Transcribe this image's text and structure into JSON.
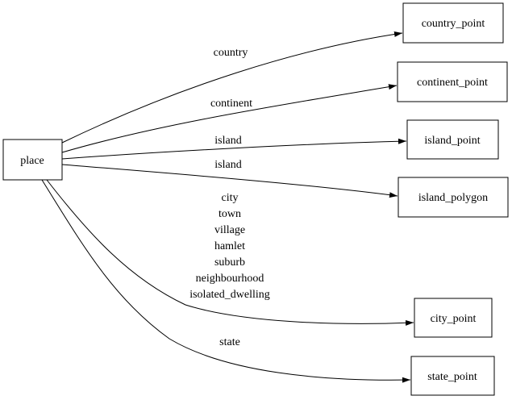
{
  "diagram": {
    "type": "directed-graph",
    "colors": {
      "background": "#ffffff",
      "node_border": "#000000",
      "node_fill": "#ffffff",
      "edge_stroke": "#000000",
      "text": "#000000"
    },
    "nodes": {
      "place": {
        "label": "place"
      },
      "country_point": {
        "label": "country_point"
      },
      "continent_point": {
        "label": "continent_point"
      },
      "island_point": {
        "label": "island_point"
      },
      "island_polygon": {
        "label": "island_polygon"
      },
      "city_point": {
        "label": "city_point"
      },
      "state_point": {
        "label": "state_point"
      }
    },
    "edges": [
      {
        "from": "place",
        "to": "country_point",
        "label": "country"
      },
      {
        "from": "place",
        "to": "continent_point",
        "label": "continent"
      },
      {
        "from": "place",
        "to": "island_point",
        "label": "island"
      },
      {
        "from": "place",
        "to": "island_polygon",
        "label": "island"
      },
      {
        "from": "place",
        "to": "city_point",
        "label_lines": [
          "city",
          "town",
          "village",
          "hamlet",
          "suburb",
          "neighbourhood",
          "isolated_dwelling"
        ]
      },
      {
        "from": "place",
        "to": "state_point",
        "label": "state"
      }
    ]
  }
}
